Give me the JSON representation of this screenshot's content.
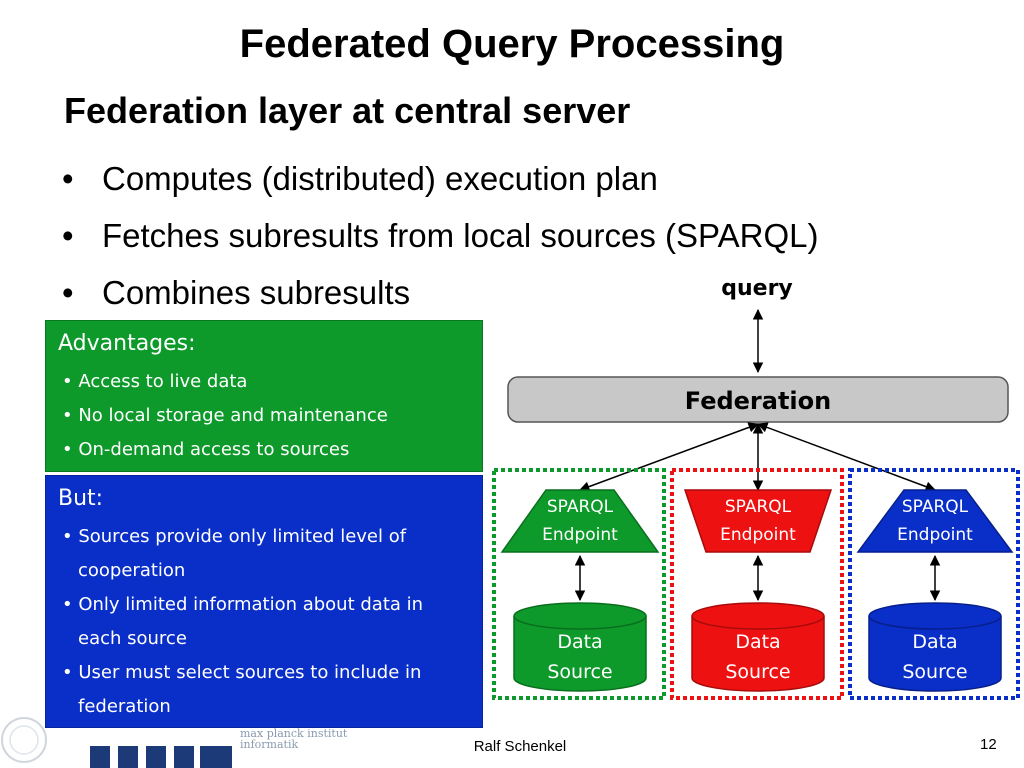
{
  "slide": {
    "title": "Federated Query Processing",
    "subtitle": "Federation layer at central server",
    "bullets": [
      "Computes (distributed) execution plan",
      "Fetches subresults from local sources (SPARQL)",
      "Combines subresults"
    ]
  },
  "advantages": {
    "heading": "Advantages:",
    "items": [
      "• Access to live data",
      "• No local storage and maintenance",
      "• On-demand access to sources"
    ]
  },
  "drawbacks": {
    "heading": "But:",
    "items": [
      "• Sources provide only limited level of cooperation",
      "• Only limited information about data in each source",
      "• User must select sources to include in federation"
    ]
  },
  "diagram": {
    "query_label": "query",
    "federation_label": "Federation",
    "endpoint_line1": "SPARQL",
    "endpoint_line2": "Endpoint",
    "source_line1": "Data",
    "source_line2": "Source",
    "colors": {
      "green": "#0d9a2b",
      "red": "#ee1111",
      "blue": "#0a2fc8",
      "federation_fill": "#c8c8c8"
    }
  },
  "footer": {
    "author": "Ralf Schenkel",
    "page_number": "12",
    "logo_text_1": "max planck institut",
    "logo_text_2": "informatik"
  }
}
